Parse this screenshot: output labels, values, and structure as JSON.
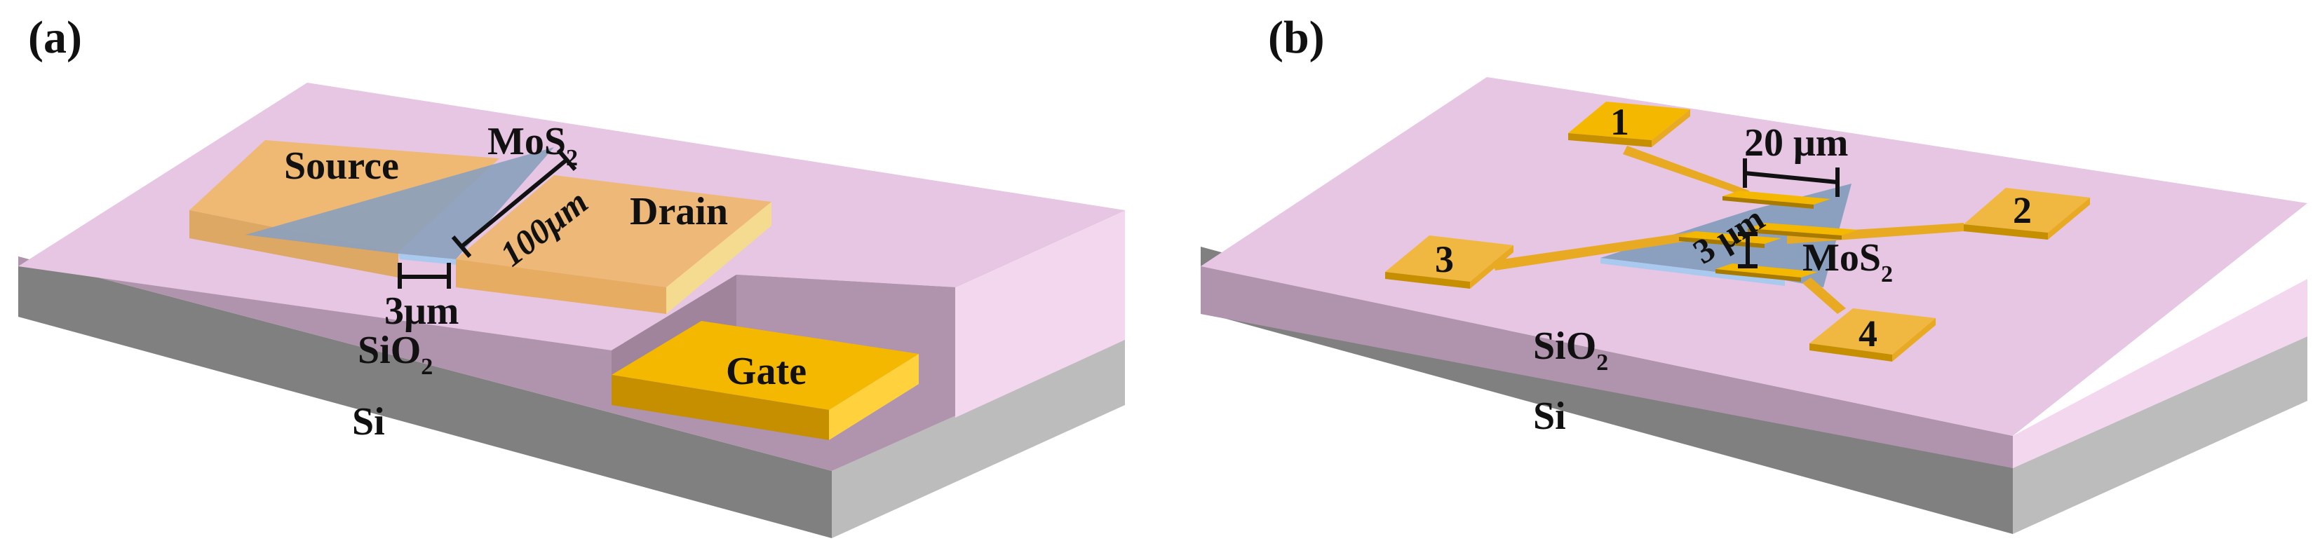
{
  "panel_a": {
    "panel_label": "(a)",
    "labels": {
      "source": "Source",
      "drain": "Drain",
      "gate": "Gate",
      "mos2": "MoS",
      "mos2_sub": "2",
      "sio2": "SiO",
      "sio2_sub": "2",
      "si": "Si",
      "dim_length": "100μm",
      "dim_gap": "3μm"
    }
  },
  "panel_b": {
    "panel_label": "(b)",
    "labels": {
      "contact_1": "1",
      "contact_2": "2",
      "contact_3": "3",
      "contact_4": "4",
      "mos2": "MoS",
      "mos2_sub": "2",
      "sio2": "SiO",
      "sio2_sub": "2",
      "si": "Si",
      "dim_length": "20 μm",
      "dim_gap": "3 μm"
    }
  },
  "colors": {
    "sio2_top": "#e6c6e2",
    "sio2_front": "#b094ad",
    "sio2_side": "#f3d7ef",
    "si_front": "#808080",
    "si_side": "#bcbcbc",
    "gold_top": "#f5b800",
    "gold_front": "#c58f00",
    "gold_side": "#ffd23d",
    "mos2": "#8aa0be",
    "electrode_a": "#f0b45a"
  }
}
